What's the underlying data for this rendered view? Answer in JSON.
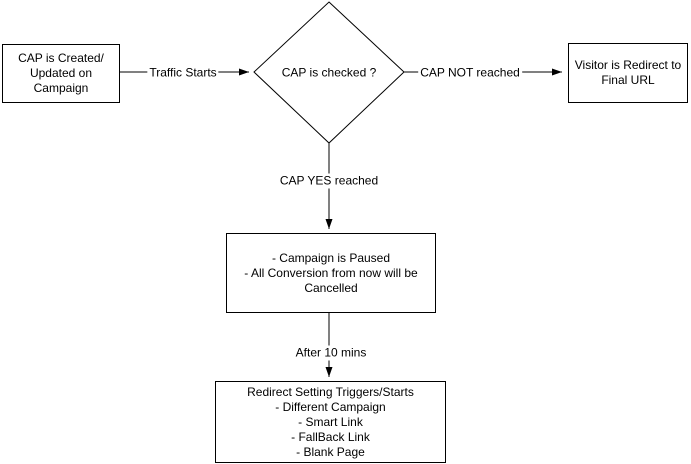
{
  "diagram_title": "CAP check flowchart",
  "colors": {
    "background": "#ffffff",
    "stroke": "#000000",
    "text": "#000000"
  },
  "nodes": {
    "start": {
      "label": "CAP is Created/\nUpdated on\nCampaign"
    },
    "decision": {
      "label": "CAP is checked ?"
    },
    "final_url": {
      "label": "Visitor is Redirect to\nFinal URL"
    },
    "paused": {
      "label": "- Campaign is Paused\n- All Conversion from now will be\nCancelled"
    },
    "redirect_settings": {
      "label": "Redirect Setting Triggers/Starts\n- Different Campaign\n- Smart Link\n- FallBack Link\n- Blank Page"
    }
  },
  "edges": {
    "traffic_starts": {
      "label": "Traffic Starts"
    },
    "cap_not_reached": {
      "label": "CAP NOT reached"
    },
    "cap_yes_reached": {
      "label": "CAP YES reached"
    },
    "after_10_mins": {
      "label": "After 10 mins"
    }
  }
}
